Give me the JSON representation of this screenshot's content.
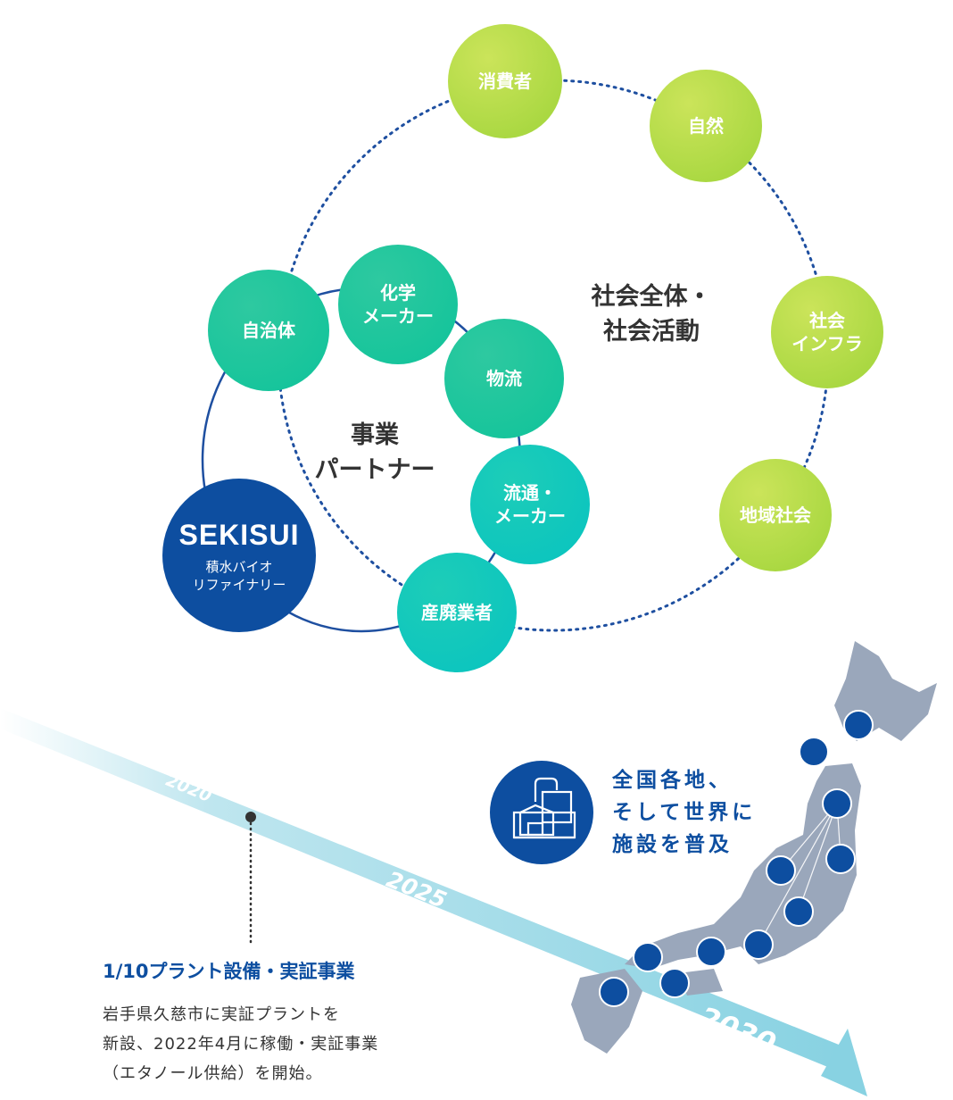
{
  "outer_group_label": [
    "社会全体・",
    "社会活動"
  ],
  "inner_group_label": [
    "事業",
    "パートナー"
  ],
  "outer_nodes": [
    {
      "label": [
        "消費者"
      ]
    },
    {
      "label": [
        "自然"
      ]
    },
    {
      "label": [
        "社会",
        "インフラ"
      ]
    },
    {
      "label": [
        "地域社会"
      ]
    }
  ],
  "inner_nodes": [
    {
      "label": [
        "自治体"
      ]
    },
    {
      "label": [
        "化学",
        "メーカー"
      ]
    },
    {
      "label": [
        "物流"
      ]
    },
    {
      "label": [
        "流通・",
        "メーカー"
      ]
    },
    {
      "label": [
        "産廃業者"
      ]
    }
  ],
  "core": {
    "logo": "SEKISUI",
    "name": [
      "積水バイオ",
      "リファイナリー"
    ]
  },
  "timeline": {
    "years": [
      "2020",
      "2025",
      "2030"
    ]
  },
  "plant_message": [
    "全国各地、",
    "そして世界に",
    "施設を普及"
  ],
  "milestone": {
    "title": "1/10プラント設備・実証事業",
    "body": [
      "岩手県久慈市に実証プラントを",
      "新設、2022年4月に稼働・実証事業",
      "（エタノール供給）を開始。"
    ]
  },
  "colors": {
    "brand": "#0d4ea0",
    "lime": "#a8d93c",
    "teal": "#13c4a0",
    "map": "#9aa7bb",
    "arrow": "#8fd3e3"
  }
}
